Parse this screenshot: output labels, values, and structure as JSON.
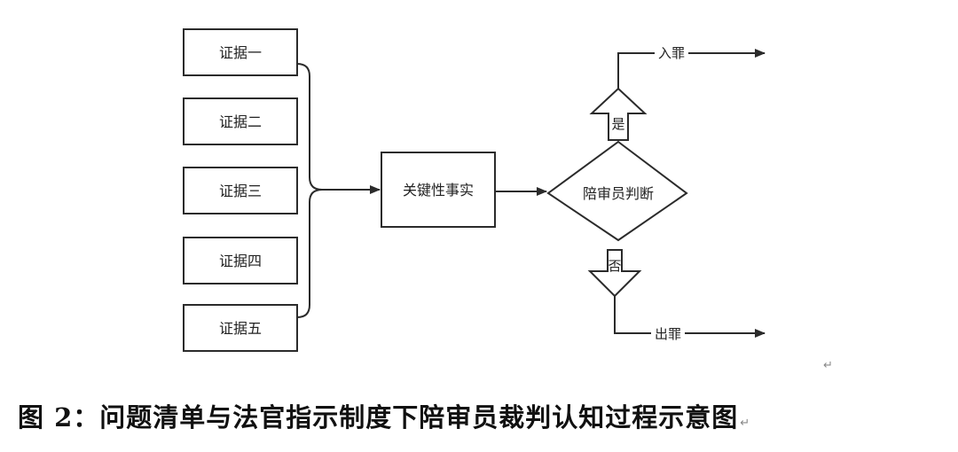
{
  "diagram": {
    "evidence": [
      "证据一",
      "证据二",
      "证据三",
      "证据四",
      "证据五"
    ],
    "key_fact": "关键性事实",
    "decision": "陪审员判断",
    "yes_label": "是",
    "no_label": "否",
    "convict_label": "入罪",
    "acquit_label": "出罪"
  },
  "paragraph_mark": "↵",
  "caption": {
    "text": "图 2：问题清单与法官指示制度下陪审员裁判认知过程示意图",
    "mark": "↵"
  },
  "colors": {
    "stroke": "#2b2b2b",
    "text": "#111111"
  }
}
